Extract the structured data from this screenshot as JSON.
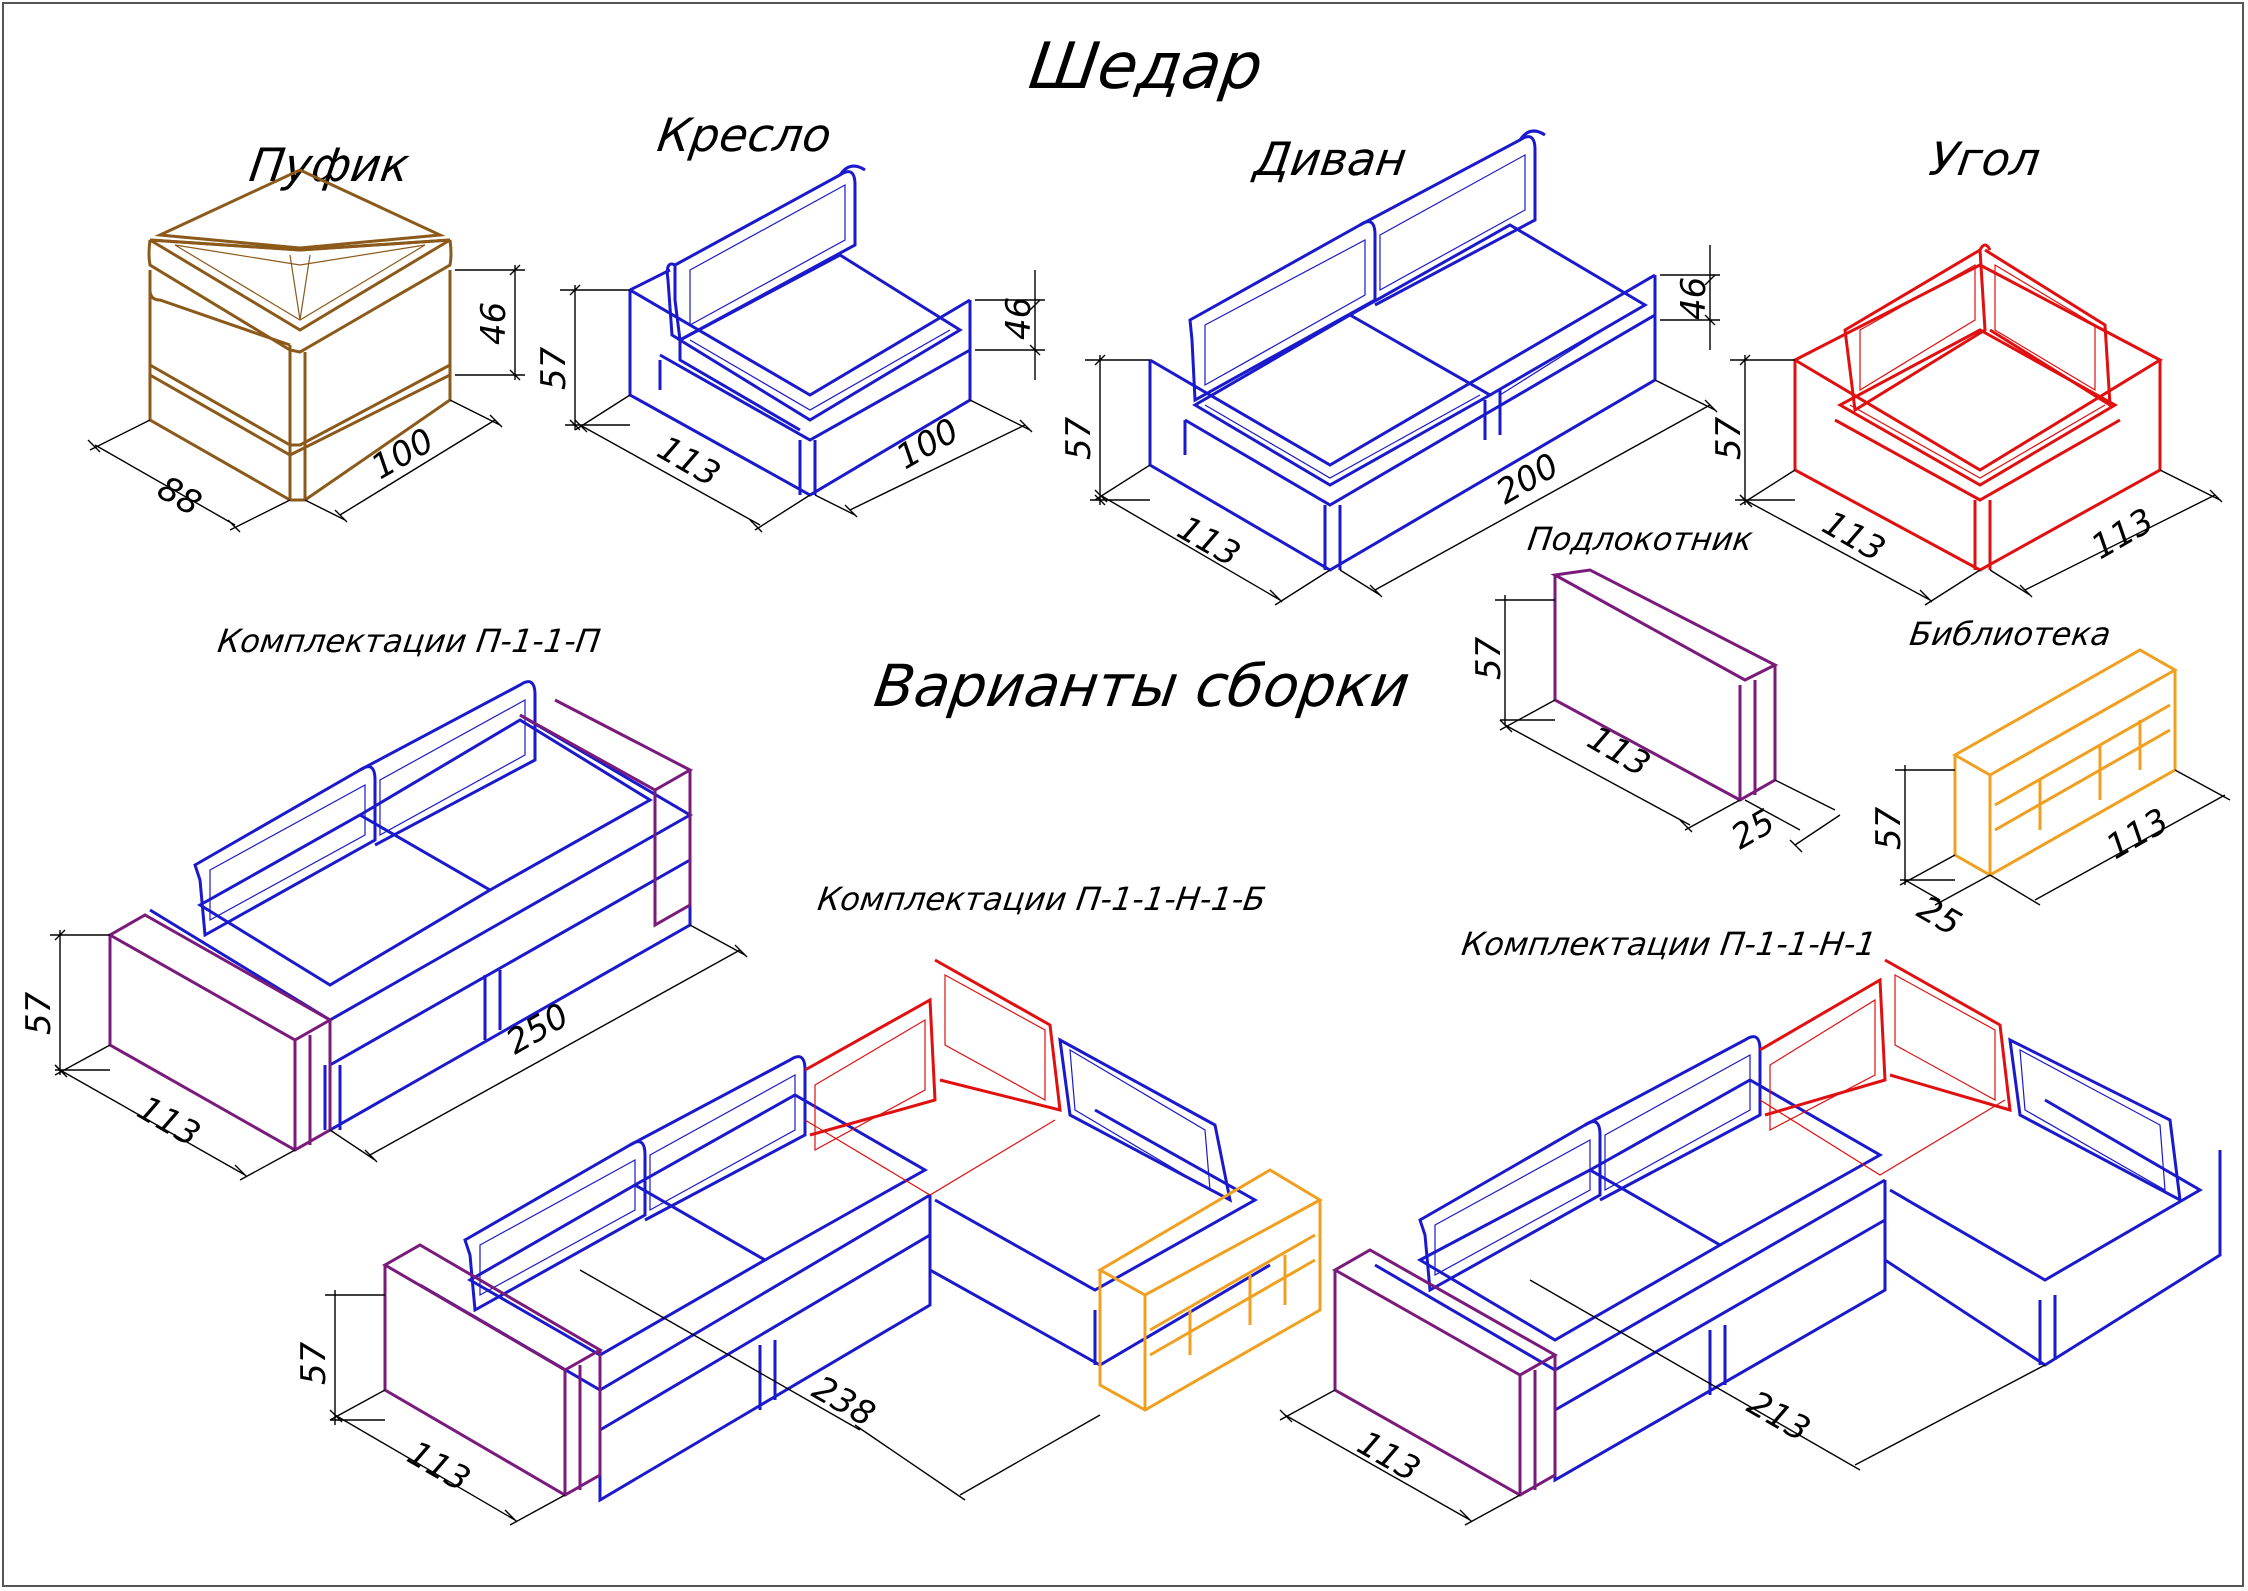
{
  "title": "Шедар",
  "subtitle": "Варианты сборки",
  "colors": {
    "pouf": "#8b5a1a",
    "module": "#1a1acc",
    "corner": "#e01010",
    "armrest": "#7a1a7a",
    "shelf": "#f0a020",
    "line": "#000000"
  },
  "modules": {
    "pouf": {
      "name": "Пуфик",
      "dims": [
        "88",
        "100",
        "46"
      ]
    },
    "chair": {
      "name": "Кресло",
      "dims": [
        "113",
        "100",
        "57",
        "46"
      ]
    },
    "sofa": {
      "name": "Диван",
      "dims": [
        "113",
        "200",
        "57",
        "46"
      ]
    },
    "corner": {
      "name": "Угол",
      "dims": [
        "113",
        "113",
        "57"
      ]
    },
    "armrest": {
      "name": "Подлокотник",
      "dims": [
        "113",
        "25",
        "57"
      ]
    },
    "library": {
      "name": "Библиотека",
      "dims": [
        "113",
        "25",
        "57"
      ]
    }
  },
  "sets": {
    "set1": {
      "name": "Комплектации П-1-1-П",
      "dims": [
        "113",
        "250",
        "57"
      ]
    },
    "set2": {
      "name": "Комплектации П-1-1-Н-1-Б",
      "dims": [
        "113",
        "238",
        "57"
      ]
    },
    "set3": {
      "name": "Комплектации П-1-1-Н-1",
      "dims": [
        "113",
        "213"
      ]
    }
  }
}
